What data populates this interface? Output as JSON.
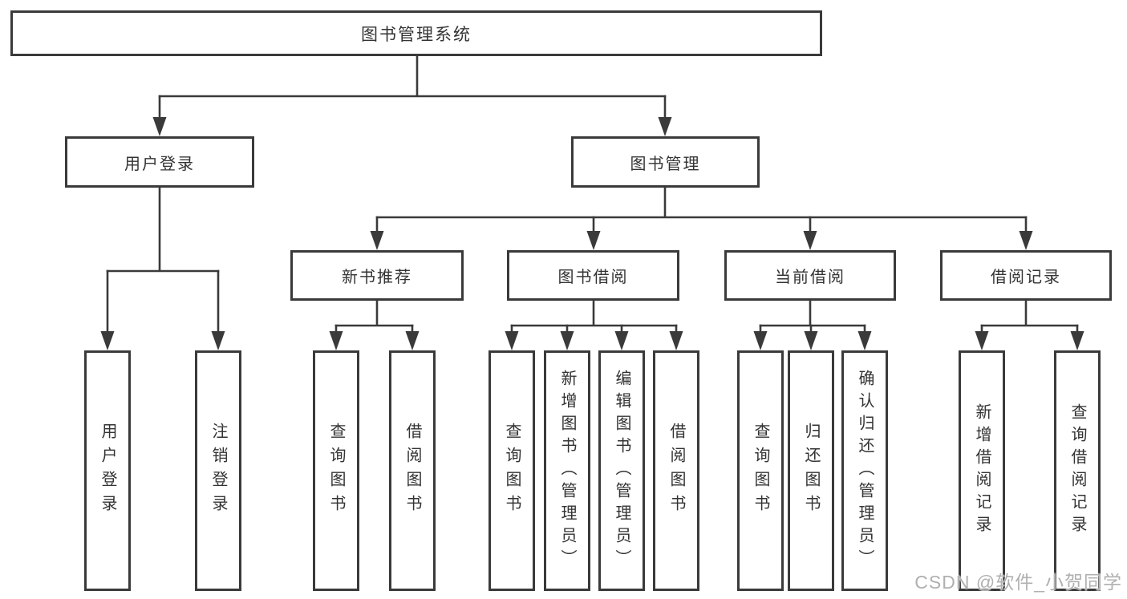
{
  "diagram": {
    "type": "hierarchy-tree",
    "root": {
      "label": "图书管理系统"
    },
    "level1": [
      {
        "id": "user-login",
        "label": "用户登录",
        "parent": "root"
      },
      {
        "id": "book-mgmt",
        "label": "图书管理",
        "parent": "root"
      }
    ],
    "level2": [
      {
        "id": "new-books",
        "label": "新书推荐",
        "parent": "book-mgmt"
      },
      {
        "id": "book-borrow",
        "label": "图书借阅",
        "parent": "book-mgmt"
      },
      {
        "id": "current-borrow",
        "label": "当前借阅",
        "parent": "book-mgmt"
      },
      {
        "id": "borrow-records",
        "label": "借阅记录",
        "parent": "book-mgmt"
      }
    ],
    "leaves": [
      {
        "id": "user-login-leaf",
        "label": "用户登录",
        "parent": "user-login"
      },
      {
        "id": "logout-leaf",
        "label": "注销登录",
        "parent": "user-login"
      },
      {
        "id": "query-books-new",
        "label": "查询图书",
        "parent": "new-books"
      },
      {
        "id": "borrow-books-new",
        "label": "借阅图书",
        "parent": "new-books"
      },
      {
        "id": "query-books-borrow",
        "label": "查询图书",
        "parent": "book-borrow"
      },
      {
        "id": "add-books-admin",
        "label": "新增图书（管理员）",
        "parent": "book-borrow"
      },
      {
        "id": "edit-books-admin",
        "label": "编辑图书（管理员）",
        "parent": "book-borrow"
      },
      {
        "id": "borrow-books",
        "label": "借阅图书",
        "parent": "book-borrow"
      },
      {
        "id": "query-books-current",
        "label": "查询图书",
        "parent": "current-borrow"
      },
      {
        "id": "return-books",
        "label": "归还图书",
        "parent": "current-borrow"
      },
      {
        "id": "confirm-return-admin",
        "label": "确认归还（管理员）",
        "parent": "current-borrow"
      },
      {
        "id": "add-borrow-record",
        "label": "新增借阅记录",
        "parent": "borrow-records"
      },
      {
        "id": "query-borrow-record",
        "label": "查询借阅记录",
        "parent": "borrow-records"
      }
    ]
  },
  "watermark": {
    "text": "CSDN @软件_小贺同学"
  },
  "colors": {
    "line": "#3a3a3a",
    "box_border": "#3a3a3a",
    "text": "#333333",
    "background": "#ffffff",
    "watermark": "#b0b0b0"
  }
}
